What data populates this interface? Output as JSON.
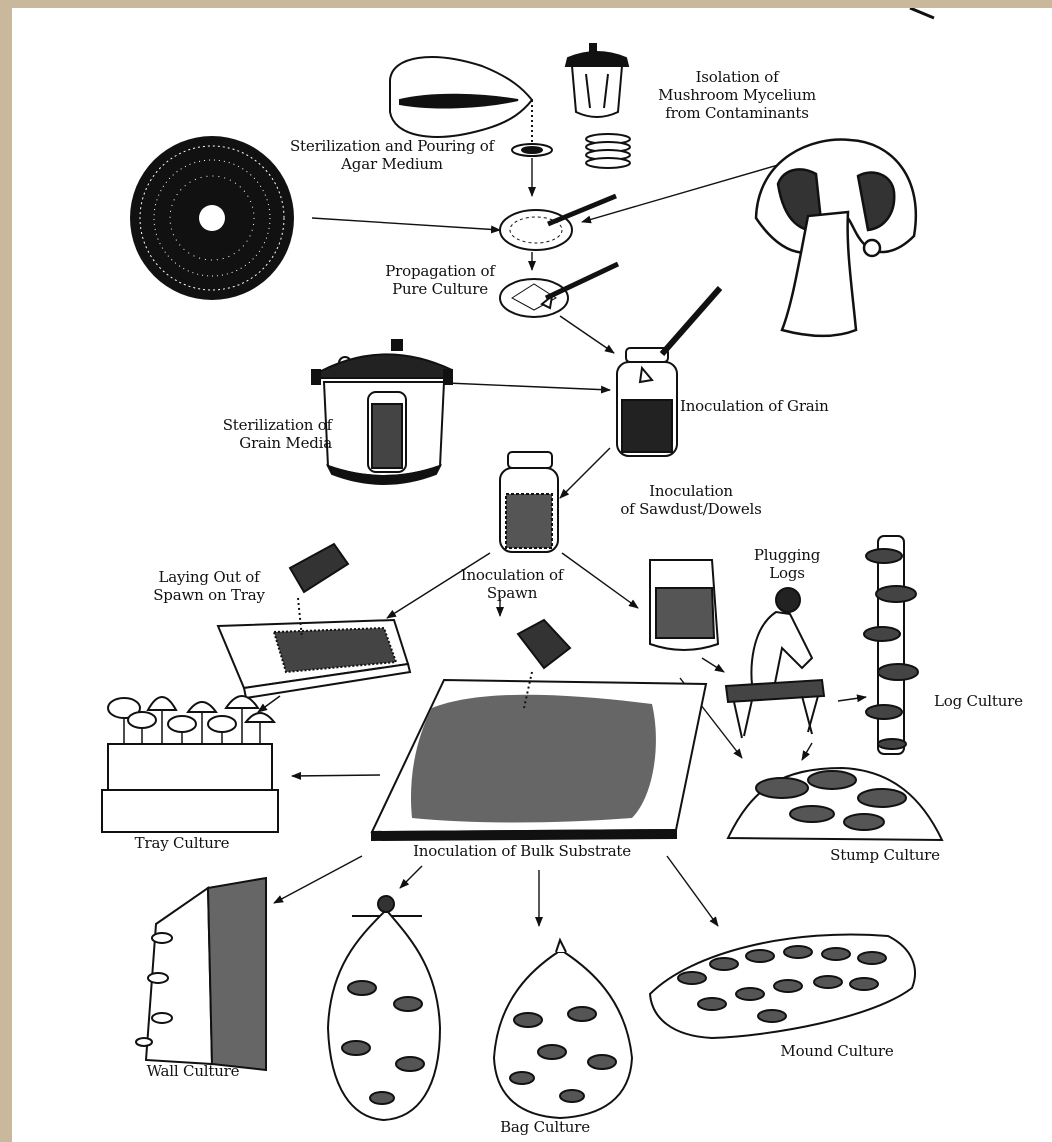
{
  "labels": {
    "isolation": "Isolation of\nMushroom Mycelium\nfrom Contaminants",
    "sterilization_agar": "Sterilization and Pouring of\nAgar Medium",
    "propagation": "Propagation of\nPure Culture",
    "sterilization_grain": "Sterilization of\nGrain Media",
    "inoculation_grain": "Inoculation of Grain",
    "inoculation_sawdust": "Inoculation\nof Sawdust/Dowels",
    "laying_out": "Laying Out of\nSpawn on Tray",
    "inoculation_spawn": "Inoculation of\nSpawn",
    "plugging_logs": "Plugging\nLogs",
    "log_culture": "Log Culture",
    "tray_culture": "Tray Culture",
    "inoculation_bulk": "Inoculation of Bulk Substrate",
    "stump_culture": "Stump Culture",
    "wall_culture": "Wall Culture",
    "mound_culture": "Mound Culture",
    "bag_culture": "Bag Culture"
  },
  "colors": {
    "frame": "#c9b89b",
    "paper": "#ffffff",
    "ink": "#111111"
  }
}
